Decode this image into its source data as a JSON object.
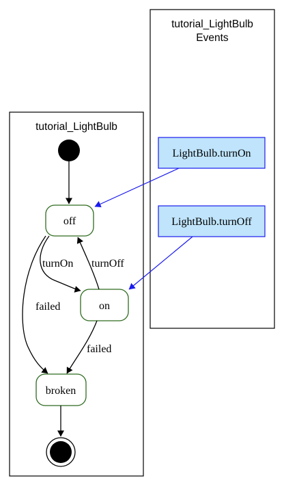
{
  "colors": {
    "state_border": "#2e6b1f",
    "event_fill": "#bfe4fb",
    "event_border": "#1a1aee",
    "event_edge": "#1a1aee",
    "edge": "#000000"
  },
  "events_cluster": {
    "title_line1": "tutorial_LightBulb",
    "title_line2": "Events",
    "events": [
      {
        "label": "LightBulb.turnOn"
      },
      {
        "label": "LightBulb.turnOff"
      }
    ]
  },
  "machine_cluster": {
    "title": "tutorial_LightBulb",
    "states": [
      {
        "id": "off",
        "label": "off"
      },
      {
        "id": "on",
        "label": "on"
      },
      {
        "id": "broken",
        "label": "broken"
      }
    ],
    "transitions": [
      {
        "label": "turnOn"
      },
      {
        "label": "turnOff"
      },
      {
        "label": "failed"
      },
      {
        "label": "failed"
      }
    ]
  }
}
